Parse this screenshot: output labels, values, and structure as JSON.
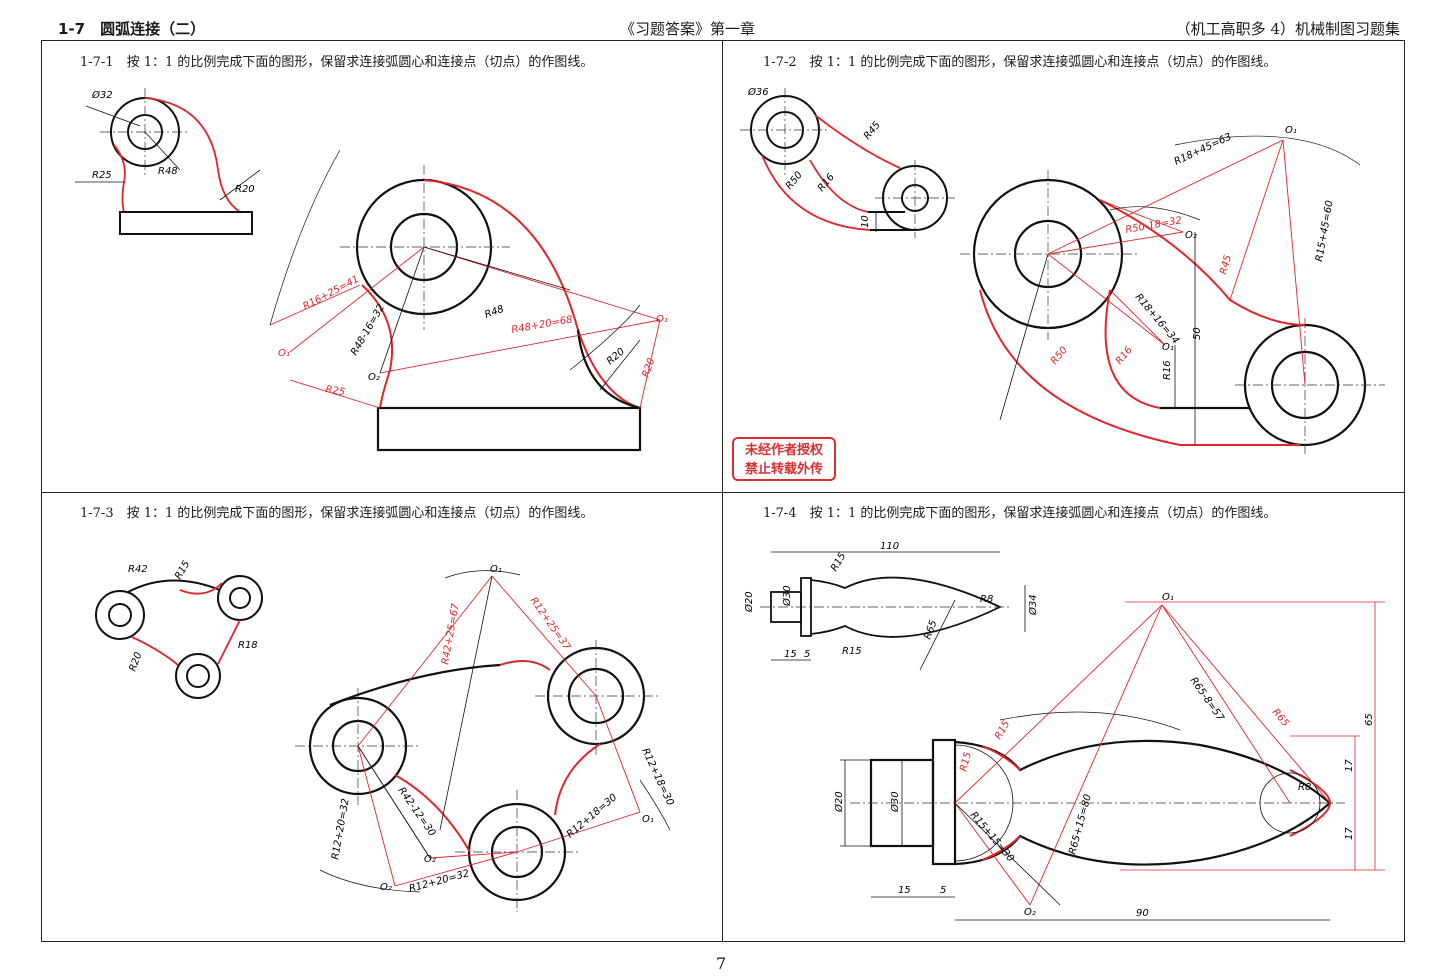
{
  "header": {
    "section": "1-7　圆弧连接（二）",
    "book": "《习题答案》第一章",
    "series": "（机工高职多 4）机械制图习题集"
  },
  "exercises": [
    {
      "id": "1-7-1",
      "instruction": "1-7-1　按 1：1 的比例完成下面的图形，保留求连接弧圆心和连接点（切点）的作图线。"
    },
    {
      "id": "1-7-2",
      "instruction": "1-7-2　按 1：1 的比例完成下面的图形，保留求连接弧圆心和连接点（切点）的作图线。"
    },
    {
      "id": "1-7-3",
      "instruction": "1-7-3　按 1：1 的比例完成下面的图形，保留求连接弧圆心和连接点（切点）的作图线。"
    },
    {
      "id": "1-7-4",
      "instruction": "1-7-4　按 1：1 的比例完成下面的图形，保留求连接弧圆心和连接点（切点）的作图线。"
    }
  ],
  "stamp": {
    "line1": "未经作者授权",
    "line2": "禁止转载外传"
  },
  "page_number": "7",
  "dims": {
    "d32": "Ø32",
    "r25": "R25",
    "r48": "R48",
    "r20": "R20",
    "r16_25_41": "R16+25=41",
    "r48_16_32": "R48-16=32",
    "r48_20_68": "R48+20=68",
    "o1": "O₁",
    "o2": "O₂",
    "d36": "Ø36",
    "r45": "R45",
    "r50": "R50",
    "r16": "R16",
    "n10": "10",
    "r18_45_63": "R18+45=63",
    "r15_45_60": "R15+45=60",
    "r50_18_32": "R50-18=32",
    "r18_16_34": "R18+16=34",
    "n50": "50",
    "r42": "R42",
    "r15": "R15",
    "r18": "R18",
    "r42_25_67": "R42+25=67",
    "r12_25_37": "R12+25=37",
    "r42_12_30": "R42-12=30",
    "r12_18_30": "R12+18=30",
    "r12_20_32": "R12+20=32",
    "r12_20_32b": "R12+20=32",
    "n110": "110",
    "d20": "Ø20",
    "d30": "Ø30",
    "d34": "Ø34",
    "r8": "R8",
    "r65": "R65",
    "n15": "15",
    "n5": "5",
    "r65_8_57": "R65-8=57",
    "r15_15_30": "R15+15=30",
    "r65_15_80": "R65+15=80",
    "n65": "65",
    "n17": "17",
    "n90": "90"
  }
}
